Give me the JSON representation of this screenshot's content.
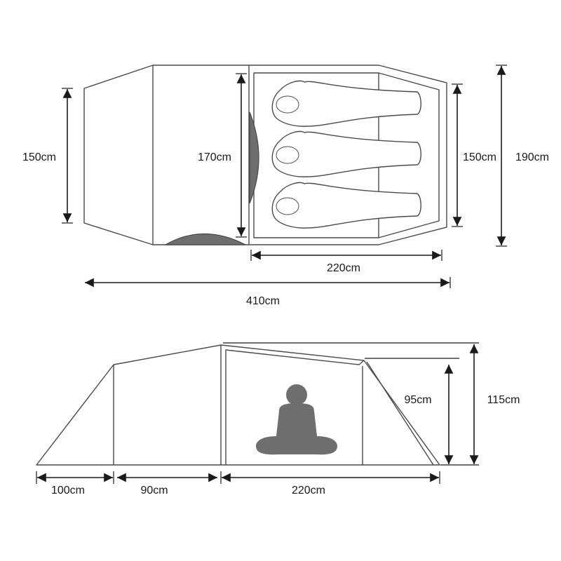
{
  "top_view": {
    "dimensions": {
      "porch_width": "150cm",
      "living_width": "170cm",
      "inner_width": "150cm",
      "overall_width": "190cm",
      "inner_length": "220cm",
      "overall_length": "410cm"
    },
    "sleeping_bag_count": 3
  },
  "side_view": {
    "dimensions": {
      "porch_length": "100cm",
      "living_length": "90cm",
      "inner_length": "220cm",
      "inner_height": "95cm",
      "overall_height": "115cm"
    }
  },
  "colors": {
    "outline": "#4a4a4a",
    "fill_dark": "#6e6e6e",
    "text": "#1a1a1a"
  }
}
